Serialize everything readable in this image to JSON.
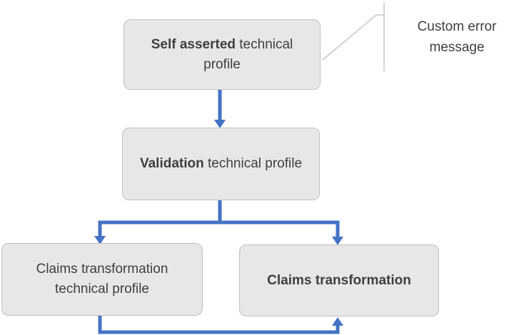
{
  "colors": {
    "arrow_blue": "#4472c4",
    "box_fill": "#e8e7e7",
    "box_border": "#c2c1c1",
    "text": "#3f3f3f",
    "callout_line": "#c9c7c7",
    "background": "#ffffff"
  },
  "nodes": [
    {
      "bold": "Self asserted",
      "regular": " technical profile"
    },
    {
      "bold": "Validation",
      "regular": " technical profile"
    },
    {
      "bold": "",
      "regular": "Claims transformation technical profile"
    },
    {
      "bold": "Claims transformation",
      "regular": ""
    }
  ],
  "callout": {
    "label": "Custom error message"
  }
}
